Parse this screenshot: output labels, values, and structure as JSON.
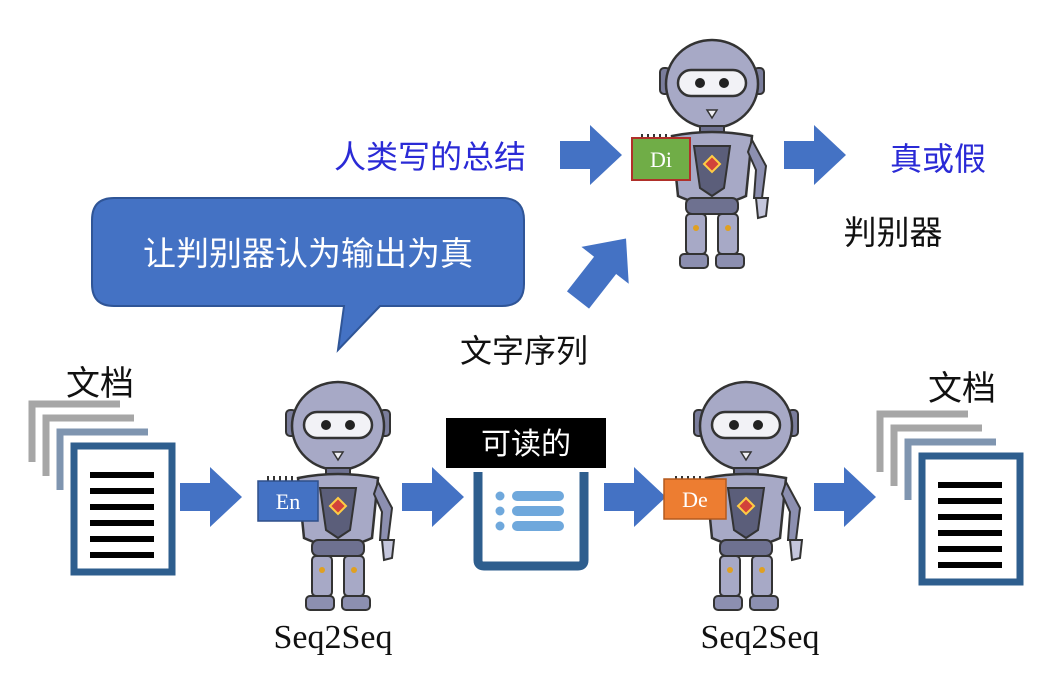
{
  "labels": {
    "human_summary": "人类写的总结",
    "real_or_fake": "真或假",
    "discriminator": "判别器",
    "speech": "让判别器认为输出为真",
    "text_sequence": "文字序列",
    "document_left": "文档",
    "document_right": "文档",
    "readable": "可读的",
    "seq2seq_encoder": "Seq2Seq",
    "seq2seq_decoder": "Seq2Seq"
  },
  "badges": {
    "discriminator": "Di",
    "encoder": "En",
    "decoder": "De"
  },
  "colors": {
    "arrow": "#4472c4",
    "blue_text": "#2a2ad6",
    "speech_bubble": "#4472c4",
    "badge_di": "#70ad47",
    "badge_en": "#4472c4",
    "badge_de": "#ed7d31",
    "readable_bg": "#000000",
    "doc_blue": "#2e5e8e",
    "robot_body": "#a7a9c6",
    "robot_dark": "#5b5e7a"
  },
  "icons": [
    "robot-icon",
    "document-stack-icon",
    "readable-list-icon",
    "arrow-right-icon"
  ]
}
